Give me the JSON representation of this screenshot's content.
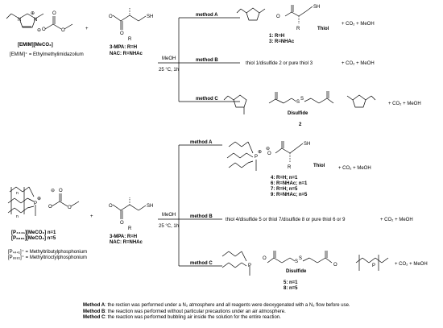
{
  "scheme1": {
    "reactant1_name": "[EMIM][MeCO₃]",
    "reactant1_def": "[EMIM]⁺ = Ethylmethylimidazolium",
    "plus": "+",
    "reactant2_lines": [
      "3-MPA: R=H",
      "NAC: R=NHAc"
    ],
    "cond_top": "MeOH",
    "cond_bottom": "25 °C, 1h",
    "methodA": "method A",
    "methodB": "method B",
    "methodC": "method C",
    "productA_label": "Thiol",
    "productA_lines": [
      "1: R=H",
      "3: R=NHAc"
    ],
    "productB_text": "thiol 1/disulfide 2 or pure thiol 3",
    "productC_label": "Disulfide",
    "productC_num": "2",
    "byproduct": "+ CO₂ + MeOH"
  },
  "scheme2": {
    "reactant1_lines": [
      "[P₄₄₄₁][MeCO₃] n=1",
      "[P₈₈₈₁][MeCO₃] n=5"
    ],
    "reactant1_defs": [
      "[P₄₄₄₁]⁺ = Methyltributylphosphonium",
      "[P₈₈₈₁]⁺ = Methyltrioctylphosphonium"
    ],
    "plus": "+",
    "reactant2_lines": [
      "3-MPA: R=H",
      "NAC: R=NHAc"
    ],
    "cond_top": "MeOH",
    "cond_bottom": "25 °C, 1h",
    "methodA": "method A",
    "methodB": "method B",
    "methodC": "method C",
    "productA_label": "Thiol",
    "productA_lines": [
      "4: R=H; n=1",
      "6: R=NHAc; n=1",
      "7: R=H; n=5",
      "9: R=NHAc; n=5"
    ],
    "productB_text": "thiol 4/disulfide 5  or  thiol 7/disulfide 8 or pure thiol 6 or 9",
    "productC_label": "Disulfide",
    "productC_lines": [
      "5: n=1",
      "8: n=5"
    ],
    "byproduct": "+ CO₂ + MeOH"
  },
  "atoms": {
    "N": "N",
    "O": "O",
    "P": "P",
    "S": "S",
    "SH": "SH",
    "R": "R",
    "n": "n",
    "plus": "⊕",
    "minus": "⊖"
  },
  "notes": {
    "a_key": "Method A",
    "a_text": ": the rection was performed under a N₂ atmosphere and all reagents were deoxygenated with a N₂ flow before use.",
    "b_key": "Method B",
    "b_text": ": the reaction was performed without particular precautions under an air atmosphere.",
    "c_key": "Method C",
    "c_text": ": the reaction was performed bubbling air inside the solution for the entire reaction."
  }
}
